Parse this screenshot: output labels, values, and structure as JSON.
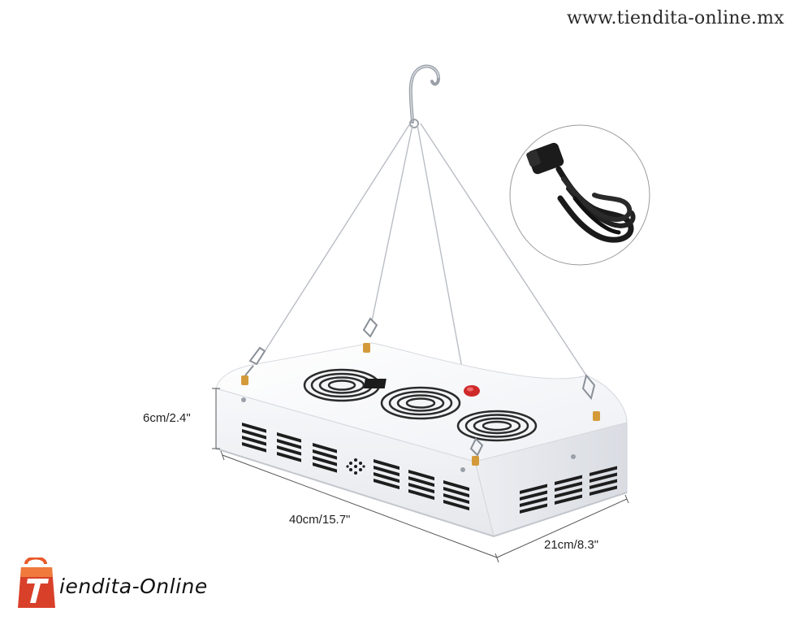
{
  "watermark": {
    "url": "www.tiendita-online.mx"
  },
  "dimensions": {
    "height": "6cm/2.4\"",
    "length": "40cm/15.7\"",
    "width": "21cm/8.3\""
  },
  "brand": {
    "name": "iendita-Online",
    "colors": {
      "bag_top": "#e85a2a",
      "bag_body": "#d8402a",
      "letter": "#ffffff"
    }
  },
  "icons": [
    "hook-icon",
    "power-cord-icon",
    "fan-icon",
    "power-switch-icon",
    "shopping-bag-logo-icon"
  ]
}
